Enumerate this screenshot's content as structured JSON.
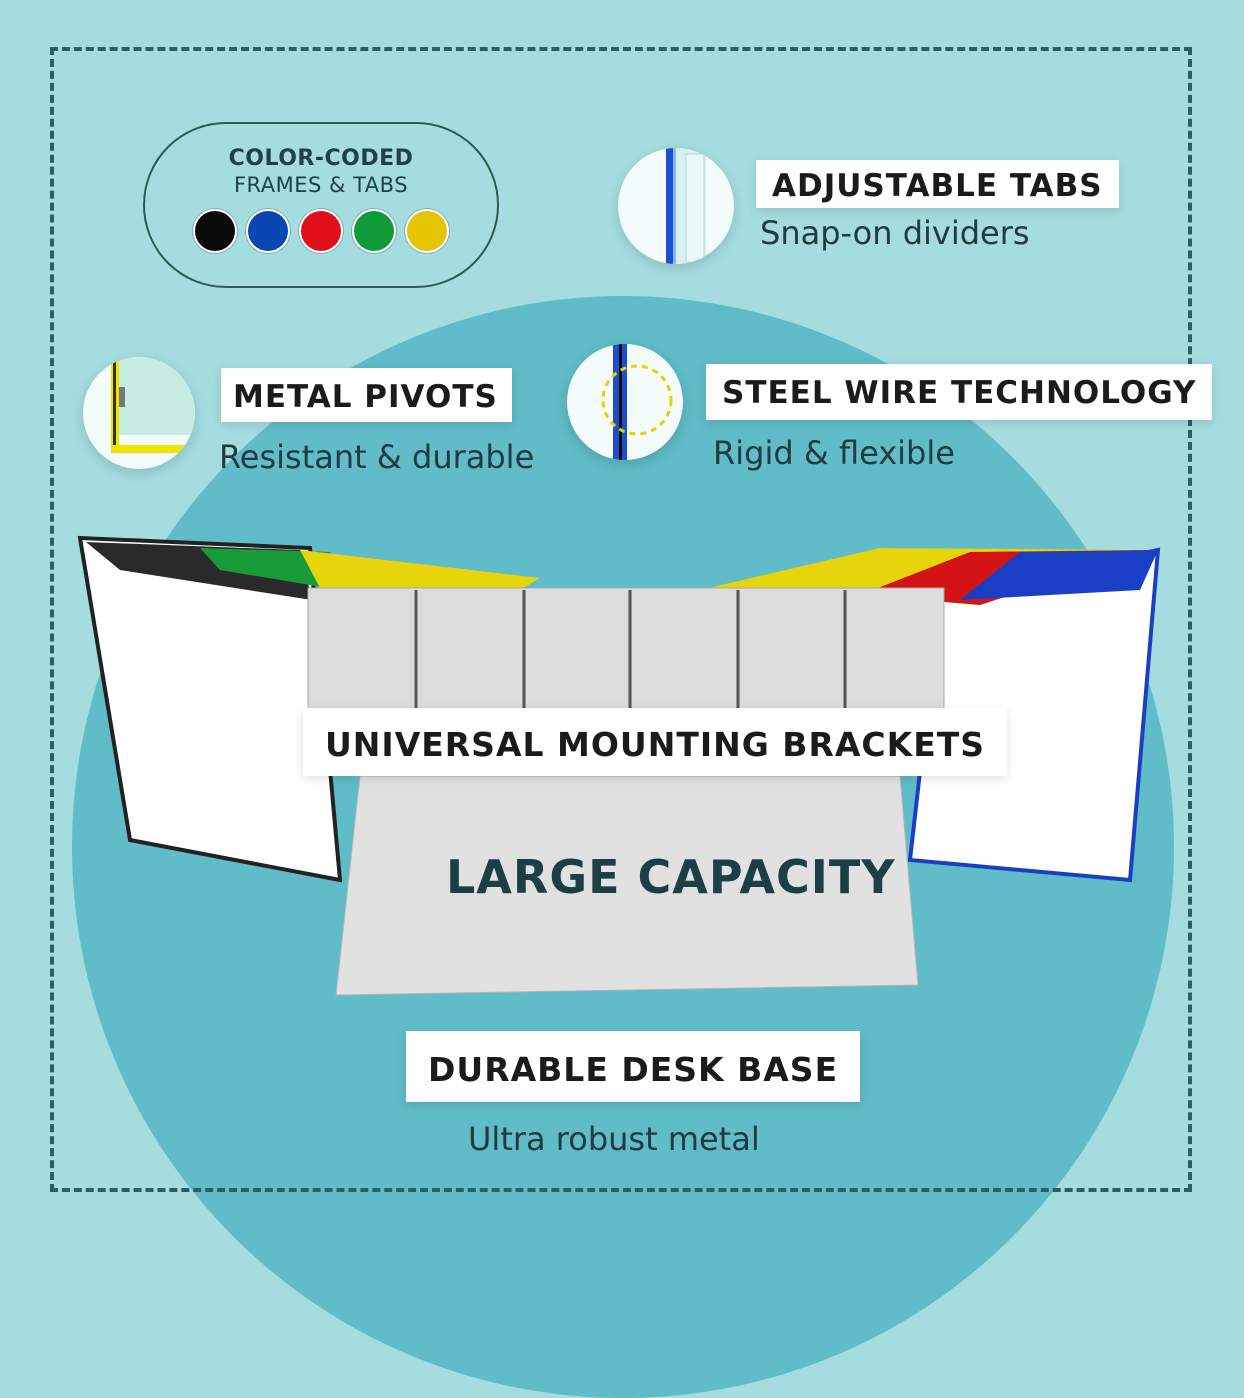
{
  "color_badge": {
    "title": "COLOR-CODED",
    "subtitle": "FRAMES & TABS",
    "colors": [
      "#0a0a0a",
      "#0a47b3",
      "#e0101a",
      "#0f9b3a",
      "#e4c500"
    ]
  },
  "features": {
    "adjustable_tabs": {
      "label": "ADJUSTABLE TABS",
      "description": "Snap-on dividers"
    },
    "metal_pivots": {
      "label": "METAL PIVOTS",
      "description": "Resistant & durable"
    },
    "steel_wire": {
      "label": "STEEL WIRE TECHNOLOGY",
      "description": "Rigid & flexible"
    },
    "mounting": {
      "label": "UNIVERSAL MOUNTING BRACKETS"
    },
    "capacity": {
      "label": "LARGE CAPACITY"
    },
    "desk_base": {
      "label": "DURABLE DESK BASE",
      "description": "Ultra robust metal"
    }
  },
  "colors": {
    "background": "#a4dce0",
    "circle": "#5fbcc8",
    "frame": "#2c5f63"
  }
}
